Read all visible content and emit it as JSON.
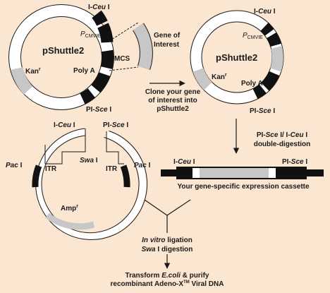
{
  "colors": {
    "background": "#fbe6d2",
    "segment_gray": "#c7c7c7",
    "segment_black": "#111111",
    "ring_outline": "#1a1a1a",
    "arrow": "#1a1a1a"
  },
  "left_plasmid": {
    "name": "pShuttle2",
    "labels": {
      "iceu": {
        "prefix": "I-",
        "italic": "Ceu",
        "suffix": " I"
      },
      "pcmv": {
        "main": "P",
        "sub": "CMVIE"
      },
      "mcs": "MCS",
      "polya": "Poly A",
      "kan": {
        "main": "Kan",
        "sup": "r"
      },
      "pisce": {
        "prefix": "PI-",
        "italic": "Sce",
        "suffix": " I"
      }
    }
  },
  "gene_of_interest": {
    "line1": "Gene of",
    "line2": "Interest"
  },
  "clone_step": {
    "line1": "Clone your gene",
    "line2": "of interest into",
    "line3": "pShuttle2"
  },
  "right_plasmid": {
    "name": "pShuttle2",
    "labels": {
      "iceu": {
        "prefix": "I-",
        "italic": "Ceu",
        "suffix": " I"
      },
      "pcmv": {
        "main": "P",
        "sub": "CMVIE"
      },
      "polya": "Poly A",
      "kan": {
        "main": "Kan",
        "sup": "r"
      },
      "pisce": {
        "prefix": "PI-",
        "italic": "Sce",
        "suffix": " I"
      }
    }
  },
  "digest_step": {
    "line1": {
      "a": "PI-",
      "b": "Sce",
      "c": " I/ I-",
      "d": "Ceu",
      "e": " I"
    },
    "line2": "double-digestion"
  },
  "cassette": {
    "left": {
      "prefix": "I-",
      "italic": "Ceu",
      "suffix": " I"
    },
    "right": {
      "prefix": "PI-",
      "italic": "Sce",
      "suffix": " I"
    },
    "caption": "Your gene-specific expression cassette"
  },
  "adeno_vector": {
    "labels": {
      "iceu": {
        "prefix": "I-",
        "italic": "Ceu",
        "suffix": " I"
      },
      "pisce": {
        "prefix": "PI-",
        "italic": "Sce",
        "suffix": " I"
      },
      "swa": {
        "italic": "Swa",
        "suffix": " I"
      },
      "pac_left": {
        "italic": "Pac",
        "suffix": " I"
      },
      "pac_right": {
        "italic": "Pac",
        "suffix": " I"
      },
      "itr_left": "ITR",
      "itr_right": "ITR",
      "amp": {
        "main": "Amp",
        "sup": "r"
      }
    }
  },
  "ligation_step": {
    "line1": {
      "italic": "In vitro",
      "rest": " ligation"
    },
    "line2": {
      "italic": "Swa",
      "rest": " I digestion"
    }
  },
  "final_step": {
    "line1": {
      "a": "Transform ",
      "b": "E.coli",
      "c": " & purify"
    },
    "line2": {
      "a": "recombinant Adeno-X",
      "tm": "TM",
      "b": " Viral DNA"
    }
  }
}
